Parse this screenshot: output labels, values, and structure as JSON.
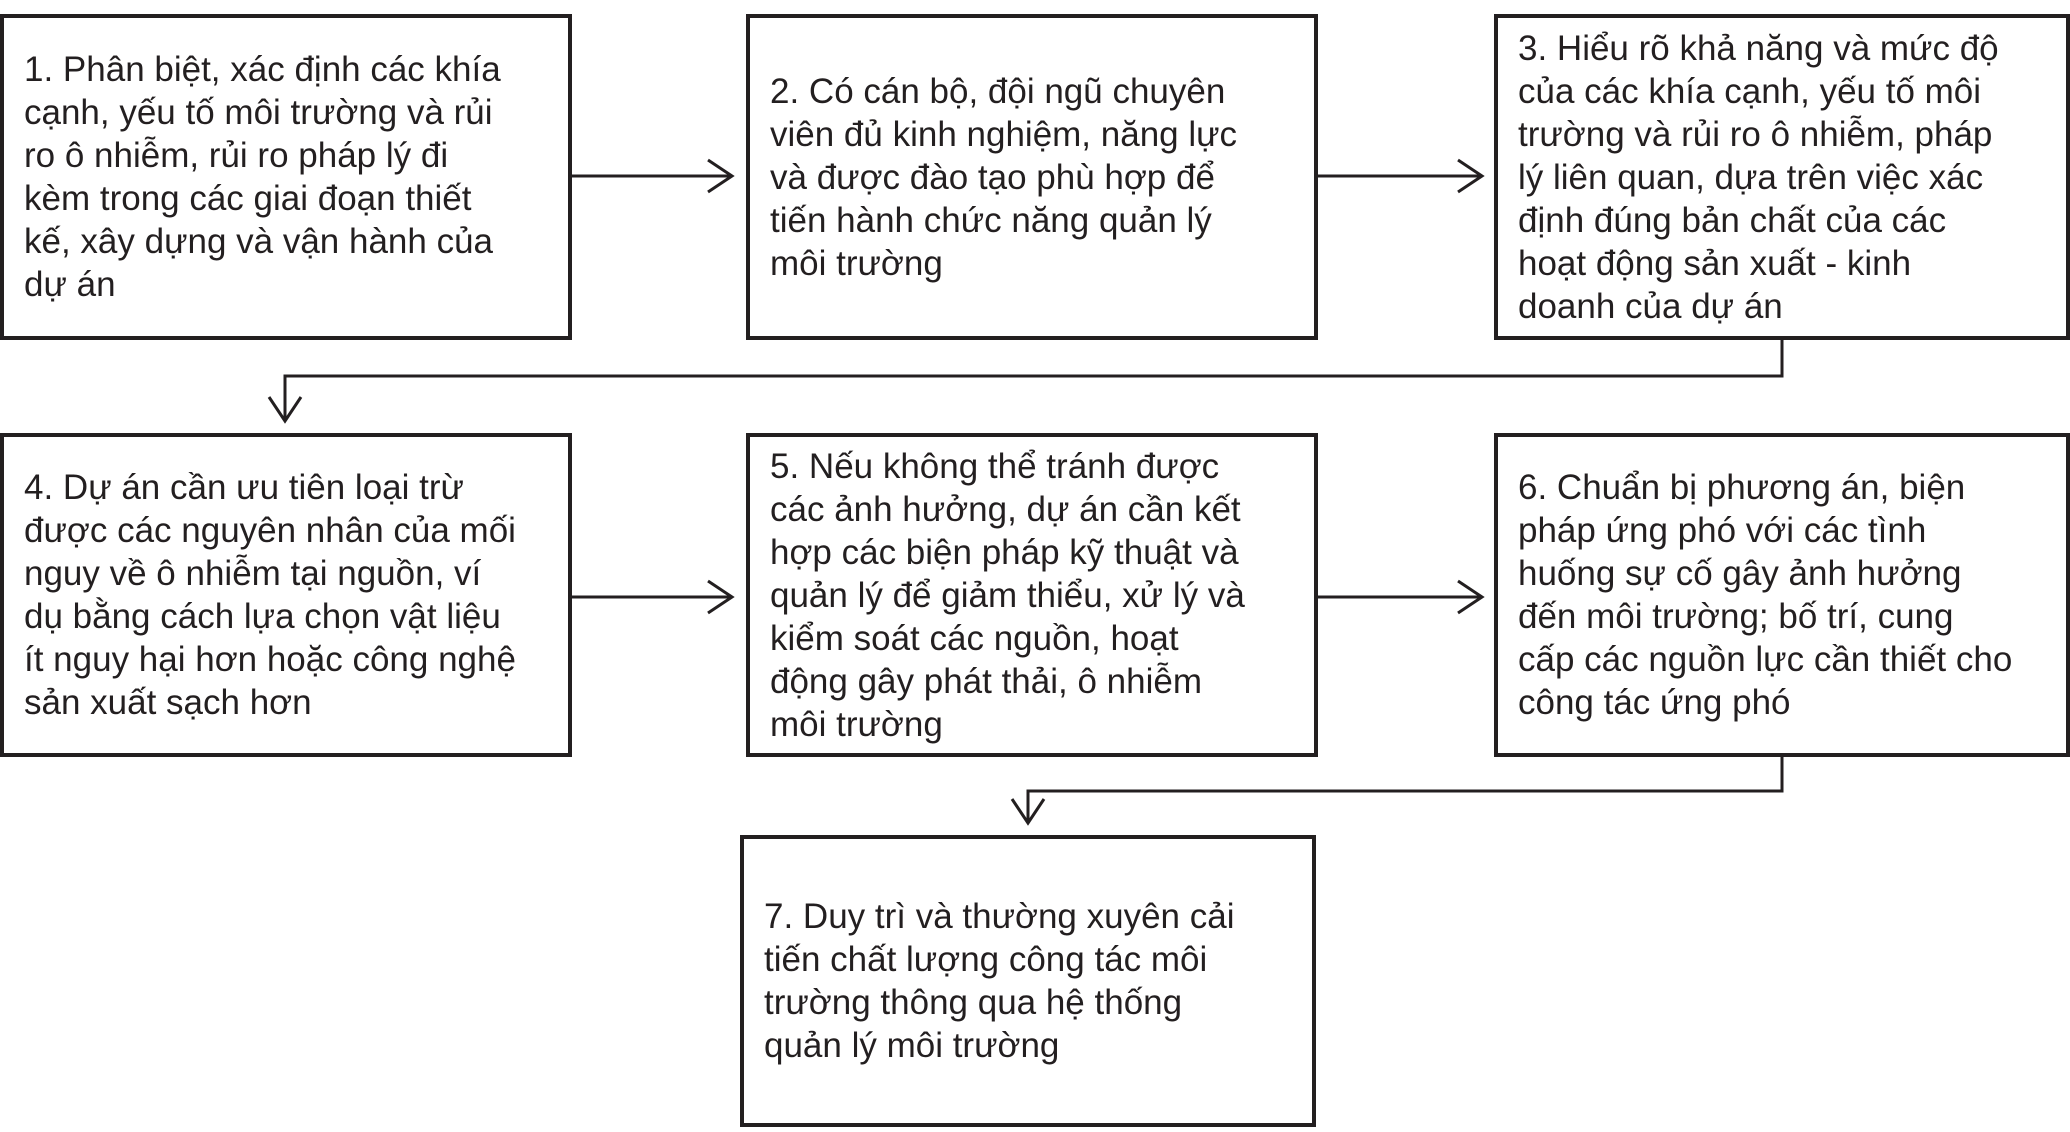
{
  "diagram": {
    "line_color": "#231f20",
    "steps": [
      {
        "id": 1,
        "text": "1. Phân biệt, xác định các khía\ncạnh, yếu tố môi trường và rủi\nro ô nhiễm, rủi ro pháp lý đi\nkèm trong các giai đoạn thiết\nkế, xây dựng và vận hành của\ndự án"
      },
      {
        "id": 2,
        "text": "2. Có cán bộ, đội ngũ chuyên\nviên đủ kinh nghiệm, năng lực\nvà được đào tạo phù hợp để\ntiến hành chức năng quản lý\nmôi trường"
      },
      {
        "id": 3,
        "text": "3. Hiểu rõ khả năng và mức độ\ncủa các khía cạnh, yếu tố môi\ntrường và rủi ro ô nhiễm, pháp\nlý liên quan, dựa trên việc xác\nđịnh đúng bản chất của các\nhoạt động sản xuất - kinh\ndoanh của dự án"
      },
      {
        "id": 4,
        "text": "4. Dự án cần ưu tiên loại trừ\nđược các nguyên nhân của mối\nnguy về ô nhiễm tại nguồn, ví\ndụ bằng cách lựa chọn vật liệu\nít nguy hại hơn hoặc công nghệ\nsản xuất sạch hơn"
      },
      {
        "id": 5,
        "text": "5. Nếu không thể tránh được\ncác ảnh hưởng, dự án cần kết\nhợp các biện pháp kỹ thuật và\nquản lý để giảm thiểu, xử lý và\nkiểm soát các nguồn, hoạt\nđộng gây phát thải, ô nhiễm\nmôi trường"
      },
      {
        "id": 6,
        "text": "6. Chuẩn bị phương án, biện\npháp ứng phó với các tình\nhuống sự cố gây ảnh hưởng\nđến môi trường; bố trí, cung\ncấp các nguồn lực cần thiết cho\ncông tác ứng phó"
      },
      {
        "id": 7,
        "text": "7. Duy trì và thường xuyên cải\ntiến chất lượng công tác môi\ntrường thông qua hệ thống\nquản lý môi trường"
      }
    ],
    "edges": [
      {
        "from": 1,
        "to": 2
      },
      {
        "from": 2,
        "to": 3
      },
      {
        "from": 3,
        "to": 4
      },
      {
        "from": 4,
        "to": 5
      },
      {
        "from": 5,
        "to": 6
      },
      {
        "from": 6,
        "to": 7
      }
    ]
  }
}
